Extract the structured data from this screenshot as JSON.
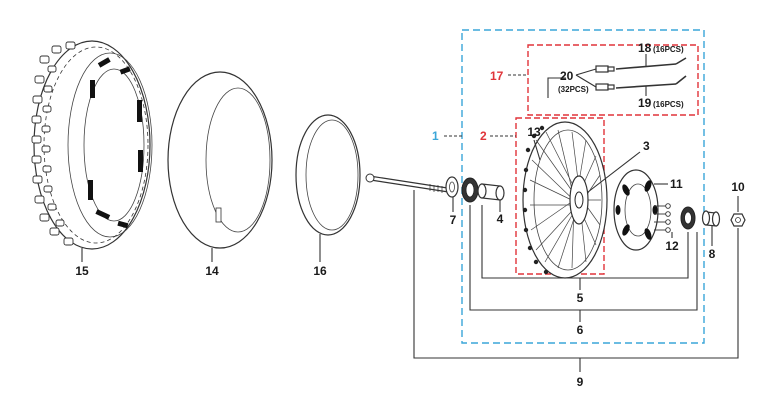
{
  "colors": {
    "blue_group": "#3aa6d8",
    "red_group": "#e0343a",
    "ink": "#1a1a1a"
  },
  "labels": {
    "p1": "1",
    "p2": "2",
    "p3": "3",
    "p4": "4",
    "p5": "5",
    "p6": "6",
    "p7": "7",
    "p8": "8",
    "p9": "9",
    "p10": "10",
    "p11": "11",
    "p12": "12",
    "p13": "13",
    "p14": "14",
    "p15": "15",
    "p16": "16",
    "p17": "17",
    "p18": "18",
    "p18_qty": "(16PCS)",
    "p19": "19",
    "p19_qty": "(16PCS)",
    "p20": "20",
    "p20_qty": "(32PCS)"
  }
}
